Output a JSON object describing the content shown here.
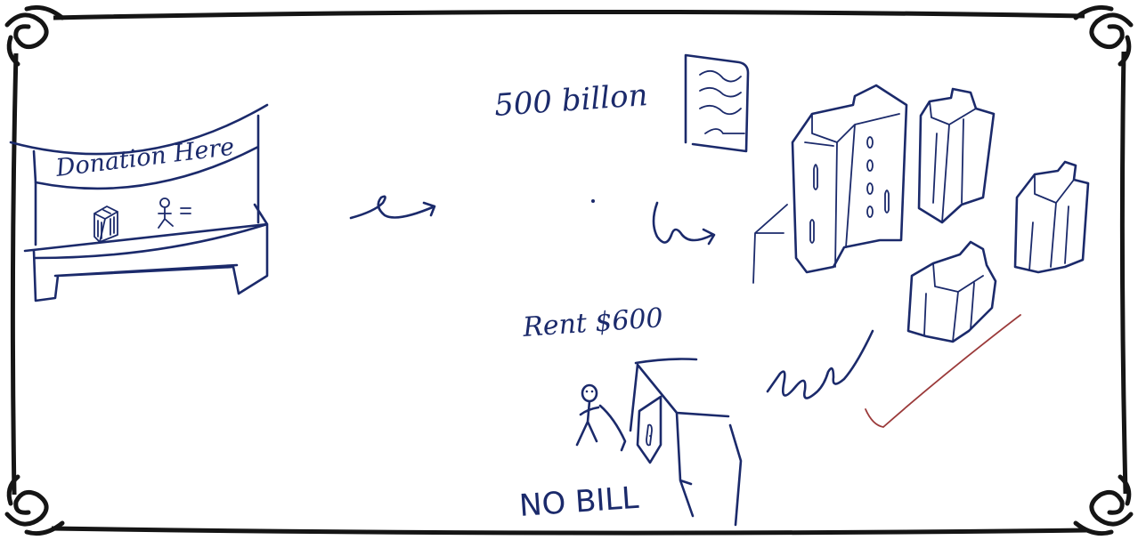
{
  "texts": {
    "banner": "Donation Here",
    "amount": "500 billon",
    "rent": "Rent $600",
    "no_bill": "NO BILL"
  },
  "colors": {
    "ink": "#1b2a6b",
    "frame": "#151515",
    "check_mark": "#9b3a3a"
  },
  "icons": [
    "donation-box-icon",
    "stick-figure-icon",
    "arrow-icon",
    "document-icon",
    "building-icon",
    "check-mark-icon",
    "corner-ornament-icon"
  ]
}
